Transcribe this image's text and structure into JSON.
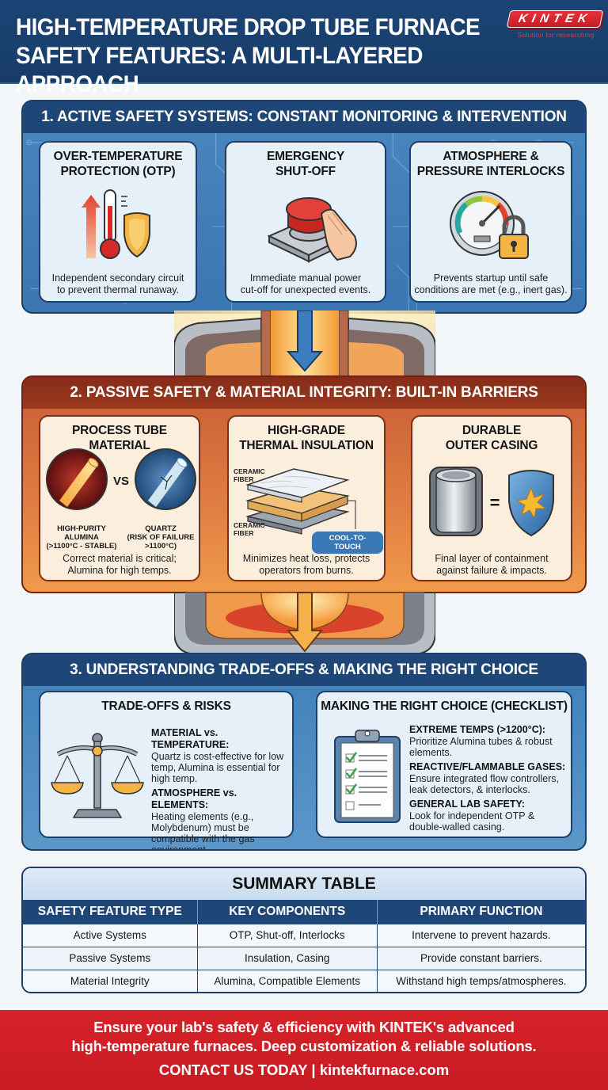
{
  "header": {
    "title_line1": "HIGH-TEMPERATURE DROP TUBE FURNACE",
    "title_line2": "SAFETY FEATURES: A MULTI-LAYERED APPROACH",
    "logo": {
      "brand": "KINTEK",
      "tagline": "Solution for researching",
      "color": "#d72229"
    }
  },
  "sections": [
    {
      "title": "1. ACTIVE SAFETY SYSTEMS: CONSTANT MONITORING & INTERVENTION",
      "color": "#1e4677",
      "cards": [
        {
          "title_line1": "OVER-TEMPERATURE",
          "title_line2": "PROTECTION (OTP)",
          "icon": "thermometer-shield-icon",
          "desc_line1": "Independent secondary circuit",
          "desc_line2": "to prevent thermal runaway."
        },
        {
          "title_line1": "EMERGENCY",
          "title_line2": "SHUT-OFF",
          "icon": "emergency-button-icon",
          "desc_line1": "Immediate manual power",
          "desc_line2": "cut-off for unexpected events."
        },
        {
          "title_line1": "ATMOSPHERE &",
          "title_line2": "PRESSURE INTERLOCKS",
          "icon": "gauge-lock-icon",
          "desc_line1": "Prevents startup until safe",
          "desc_line2": "conditions are met (e.g., inert gas)."
        }
      ]
    },
    {
      "title": "2. PASSIVE SAFETY & MATERIAL INTEGRITY: BUILT-IN BARRIERS",
      "color": "#872b18",
      "cards": [
        {
          "title_line1": "PROCESS TUBE MATERIAL",
          "icon": "tube-comparison-icon",
          "vs": "VS",
          "left_label": [
            "HIGH-PURITY",
            "ALUMINA",
            "(>1100°C - STABLE)"
          ],
          "right_label": [
            "QUARTZ",
            "(RISK OF FAILURE",
            ">1100°C)"
          ],
          "desc_line1": "Correct material is critical;",
          "desc_line2": "Alumina for high temps."
        },
        {
          "title_line1": "HIGH-GRADE",
          "title_line2": "THERMAL INSULATION",
          "icon": "insulation-layers-icon",
          "label_top": [
            "CERAMIC",
            "FIBER"
          ],
          "label_bottom": [
            "CERAMIC",
            "FIBER"
          ],
          "pill": "COOL-TO-TOUCH",
          "desc_line1": "Minimizes heat loss, protects",
          "desc_line2": "operators from burns."
        },
        {
          "title_line1": "DURABLE",
          "title_line2": "OUTER CASING",
          "icon": "casing-shield-icon",
          "equals": "=",
          "desc_line1": "Final layer of containment",
          "desc_line2": "against failure & impacts."
        }
      ]
    },
    {
      "title": "3. UNDERSTANDING TRADE-OFFS & MAKING THE RIGHT CHOICE",
      "color": "#1e4677",
      "tradeoffs": {
        "title": "TRADE-OFFS & RISKS",
        "icon": "balance-scale-icon",
        "items": [
          {
            "head": "MATERIAL vs. TEMPERATURE:",
            "body": [
              "Quartz is cost-effective for low",
              "temp, Alumina is essential for",
              "high temp."
            ]
          },
          {
            "head": "ATMOSPHERE vs. ELEMENTS:",
            "body": [
              "Heating elements (e.g.,",
              "Molybdenum) must be",
              "compatible with the gas",
              "environment."
            ]
          }
        ]
      },
      "checklist": {
        "title": "MAKING THE RIGHT CHOICE (CHECKLIST)",
        "icon": "clipboard-checklist-icon",
        "items": [
          {
            "head": "EXTREME TEMPS (>1200°C):",
            "body": [
              "Prioritize Alumina tubes & robust",
              "elements."
            ]
          },
          {
            "head": "REACTIVE/FLAMMABLE GASES:",
            "body": [
              "Ensure integrated flow controllers,",
              "leak detectors, & interlocks."
            ]
          },
          {
            "head": "GENERAL LAB SAFETY:",
            "body": [
              "Look for independent OTP &",
              "double-walled casing."
            ]
          }
        ]
      }
    }
  ],
  "summary_table": {
    "title": "SUMMARY TABLE",
    "columns": [
      "SAFETY FEATURE TYPE",
      "KEY COMPONENTS",
      "PRIMARY FUNCTION"
    ],
    "rows": [
      [
        "Active Systems",
        "OTP, Shut-off, Interlocks",
        "Intervene to prevent hazards."
      ],
      [
        "Passive Systems",
        "Insulation, Casing",
        "Provide constant barriers."
      ],
      [
        "Material Integrity",
        "Alumina, Compatible Elements",
        "Withstand high temps/atmospheres."
      ]
    ]
  },
  "footer": {
    "line1": "Ensure your lab's safety & efficiency with KINTEK's advanced",
    "line2": "high-temperature furnaces. Deep customization & reliable solutions.",
    "cta": "CONTACT US TODAY | kintekfurnace.com",
    "color": "#d72229"
  }
}
